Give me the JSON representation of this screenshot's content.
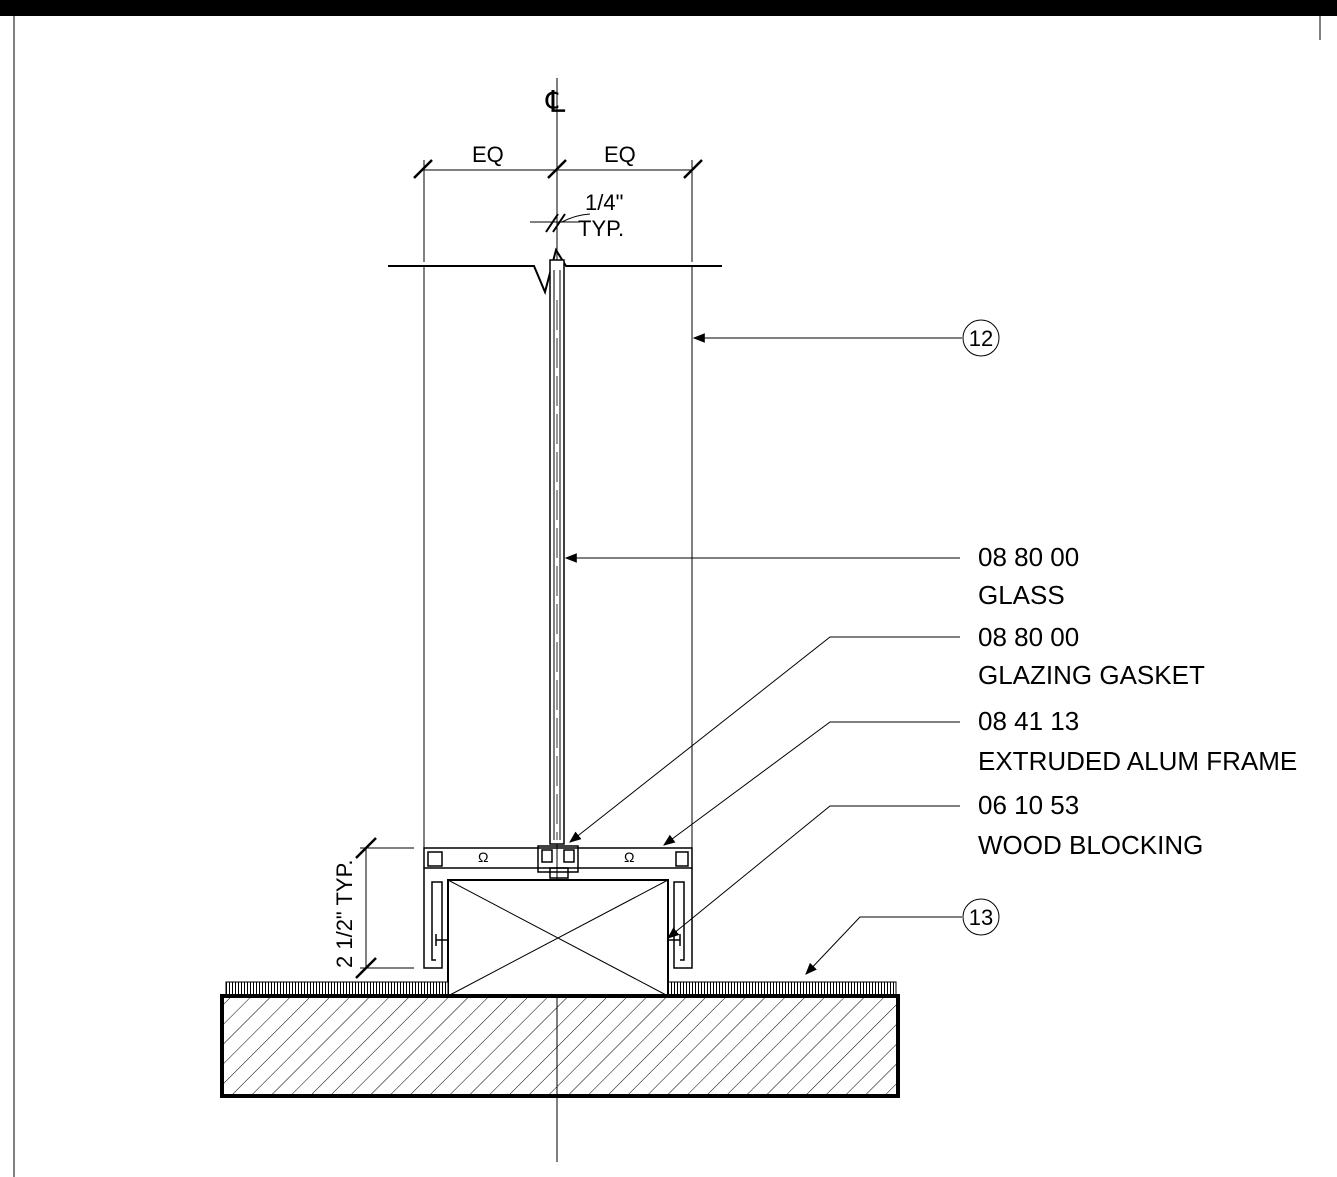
{
  "title_bar_color": "#000000",
  "centerline_symbol": "℄",
  "dimensions": {
    "eq_left": "EQ",
    "eq_right": "EQ",
    "gap_line1": "1/4\"",
    "gap_line2": "TYP.",
    "base_height": "2 1/2\" TYP."
  },
  "tags": {
    "frame_tag": "12",
    "carpet_tag": "13"
  },
  "callouts": [
    {
      "code": "08 80 00",
      "desc": "GLASS"
    },
    {
      "code": "08 80 00",
      "desc": "GLAZING GASKET"
    },
    {
      "code": "08 41 13",
      "desc": "EXTRUDED ALUM FRAME"
    },
    {
      "code": "06 10 53",
      "desc": "WOOD BLOCKING"
    }
  ]
}
